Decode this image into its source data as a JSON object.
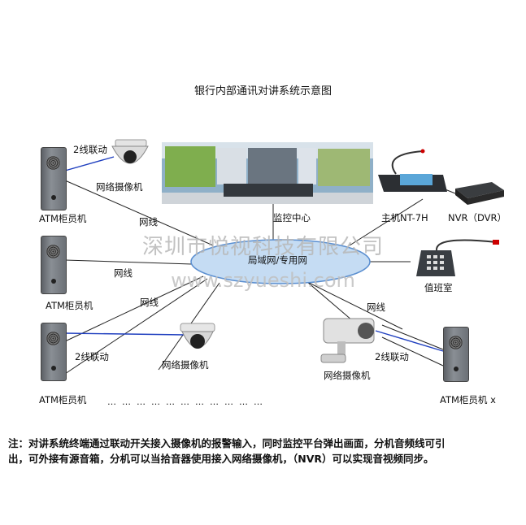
{
  "title": "银行内部通讯对讲系统示意图",
  "watermark": {
    "company": "深圳市悦视科技有限公司",
    "url": "www.szyueshi.com"
  },
  "network": {
    "label": "局域网/专用网"
  },
  "labels": {
    "link_2wire_a": "2线联动",
    "camera_a": "网络摄像机",
    "atm_a": "ATM柜员机",
    "net_a": "网线",
    "monitor_center": "监控中心",
    "host": "主机NT-7H",
    "nvr": "NVR（DVR）",
    "net_b": "网线",
    "atm_b": "ATM柜员机",
    "duty_room": "值班室",
    "net_c": "网线",
    "net_d": "网线",
    "link_2wire_b": "2线联动",
    "camera_b": "网络摄像机",
    "atm_c": "ATM柜员机",
    "camera_c": "网络摄像机",
    "link_2wire_c": "2线联动",
    "atm_x": "ATM柜员机 x",
    "dots": "……………………………"
  },
  "note": "注：对讲系统终端通过联动开关接入摄像机的报警输入，同时监控平台弹出画面，分机音频线可引\n出，可外接有源音箱，分机可以当拾音器使用接入网络摄像机，（NVR）可以实现音视频同步。",
  "colors": {
    "ellipse_fill": "#c5dcf3",
    "ellipse_stroke": "#5b8fd0",
    "link_line": "#1f3fbf",
    "net_line": "#222222"
  }
}
